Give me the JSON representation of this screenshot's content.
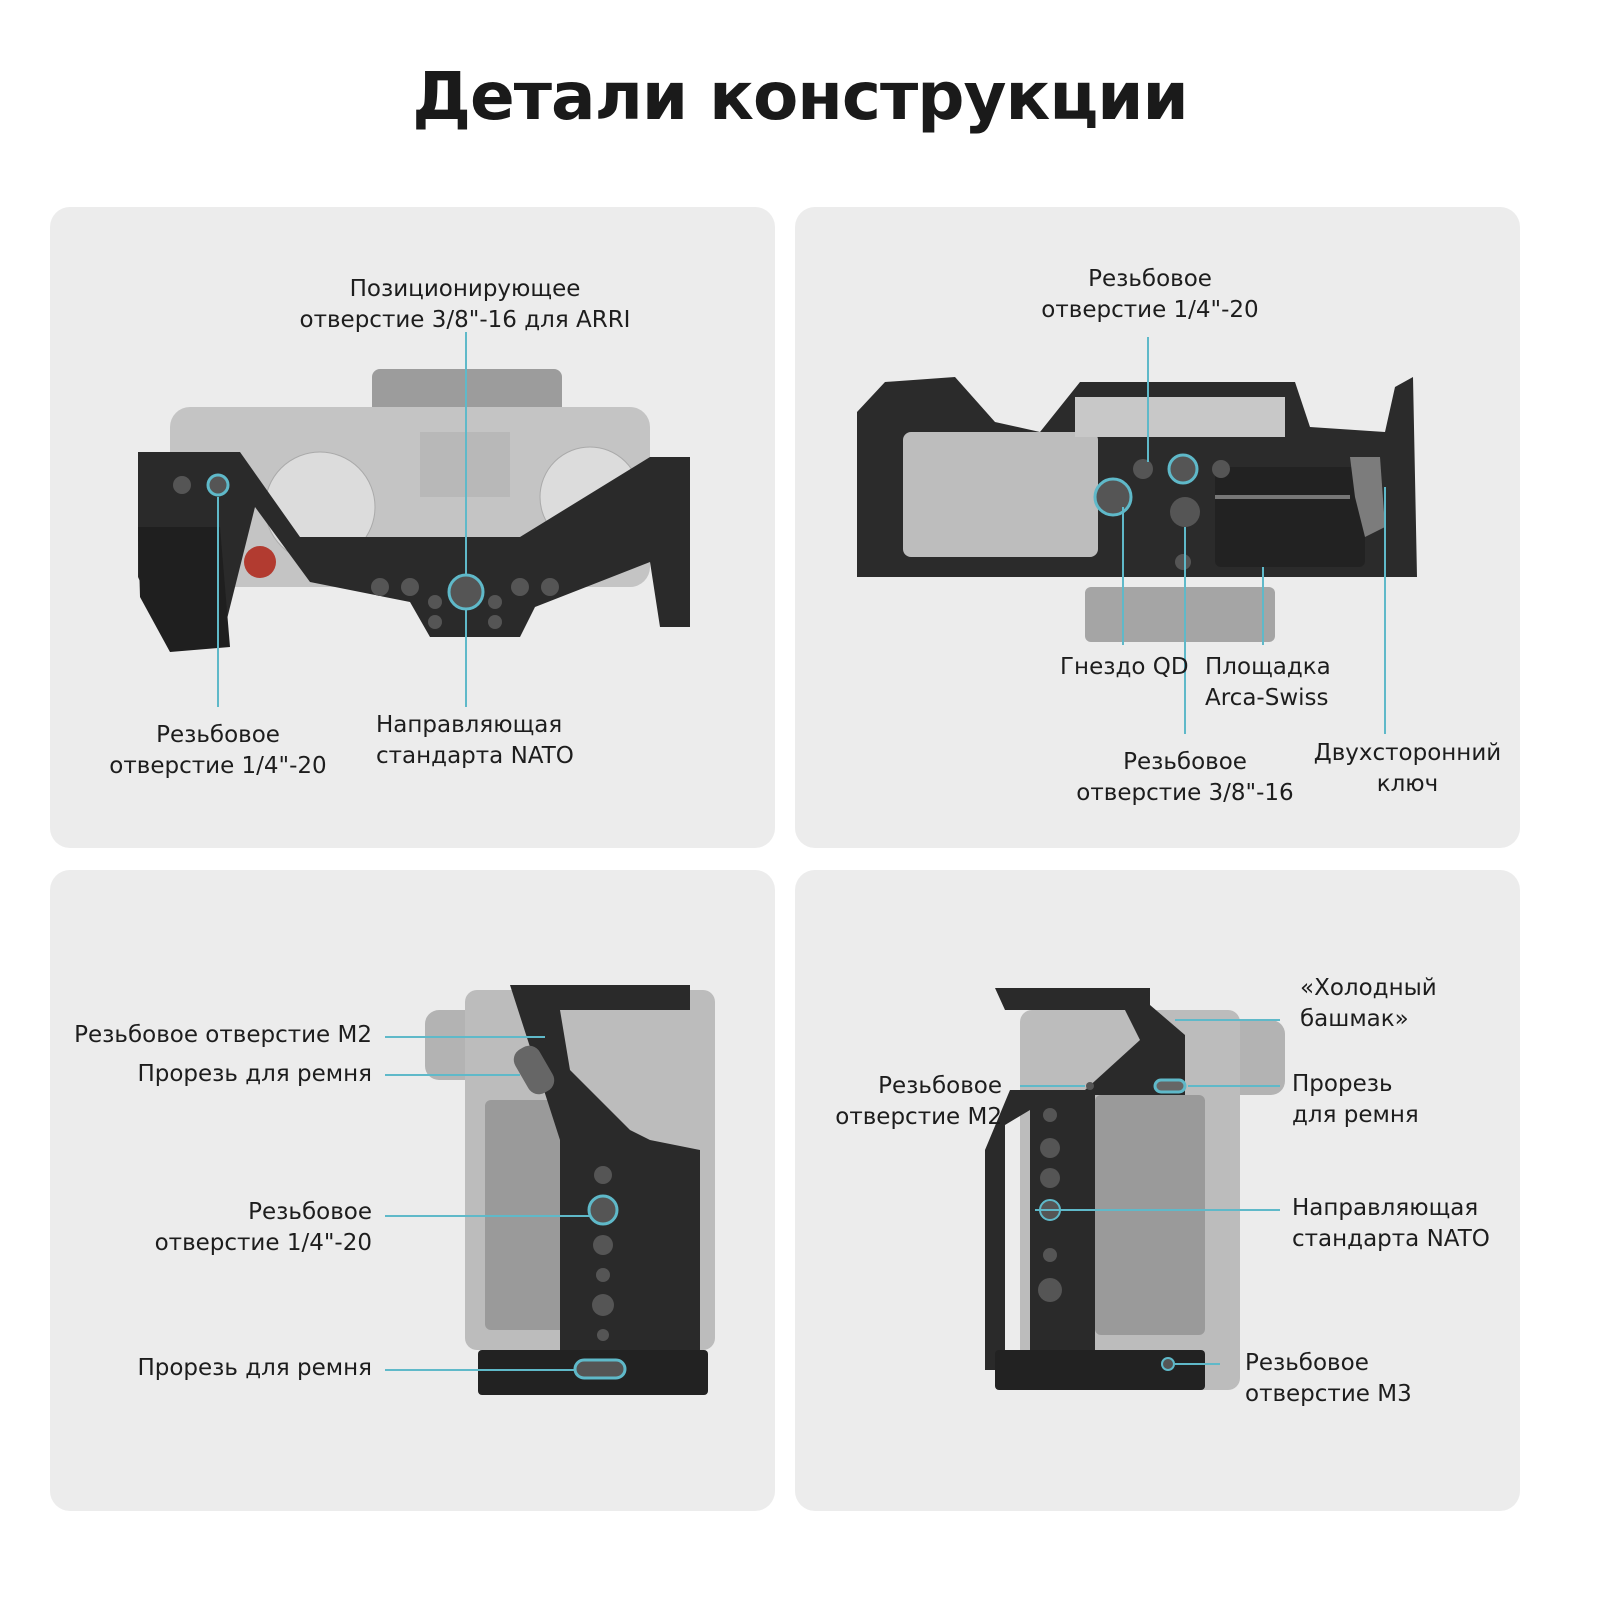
{
  "title": "Детали конструкции",
  "accent_color": "#5fb9c9",
  "panels": [
    {
      "view": "top",
      "labels": [
        {
          "line1": "Позиционирующее",
          "line2": "отверстие 3/8\"-16 для ARRI"
        },
        {
          "line1": "Резьбовое",
          "line2": "отверстие 1/4\"-20"
        },
        {
          "line1": "Направляющая",
          "line2": "стандарта NATO"
        }
      ]
    },
    {
      "view": "bottom",
      "labels": [
        {
          "line1": "Резьбовое",
          "line2": "отверстие 1/4\"-20"
        },
        {
          "line1": "Гнездо QD"
        },
        {
          "line1": "Площадка",
          "line2": "Arca-Swiss"
        },
        {
          "line1": "Резьбовое",
          "line2": "отверстие 3/8\"-16"
        },
        {
          "line1": "Двухсторонний",
          "line2": "ключ"
        }
      ]
    },
    {
      "view": "left-side",
      "labels": [
        {
          "line1": "Резьбовое отверстие M2"
        },
        {
          "line1": "Прорезь для ремня"
        },
        {
          "line1": "Резьбовое",
          "line2": "отверстие 1/4\"-20"
        },
        {
          "line1": "Прорезь для ремня"
        }
      ]
    },
    {
      "view": "right-side",
      "labels": [
        {
          "line1": "«Холодный",
          "line2": "башмак»"
        },
        {
          "line1": "Резьбовое",
          "line2": "отверстие M2"
        },
        {
          "line1": "Прорезь",
          "line2": "для ремня"
        },
        {
          "line1": "Направляющая",
          "line2": "стандарта NATO"
        },
        {
          "line1": "Резьбовое",
          "line2": "отверстие M3"
        }
      ]
    }
  ]
}
